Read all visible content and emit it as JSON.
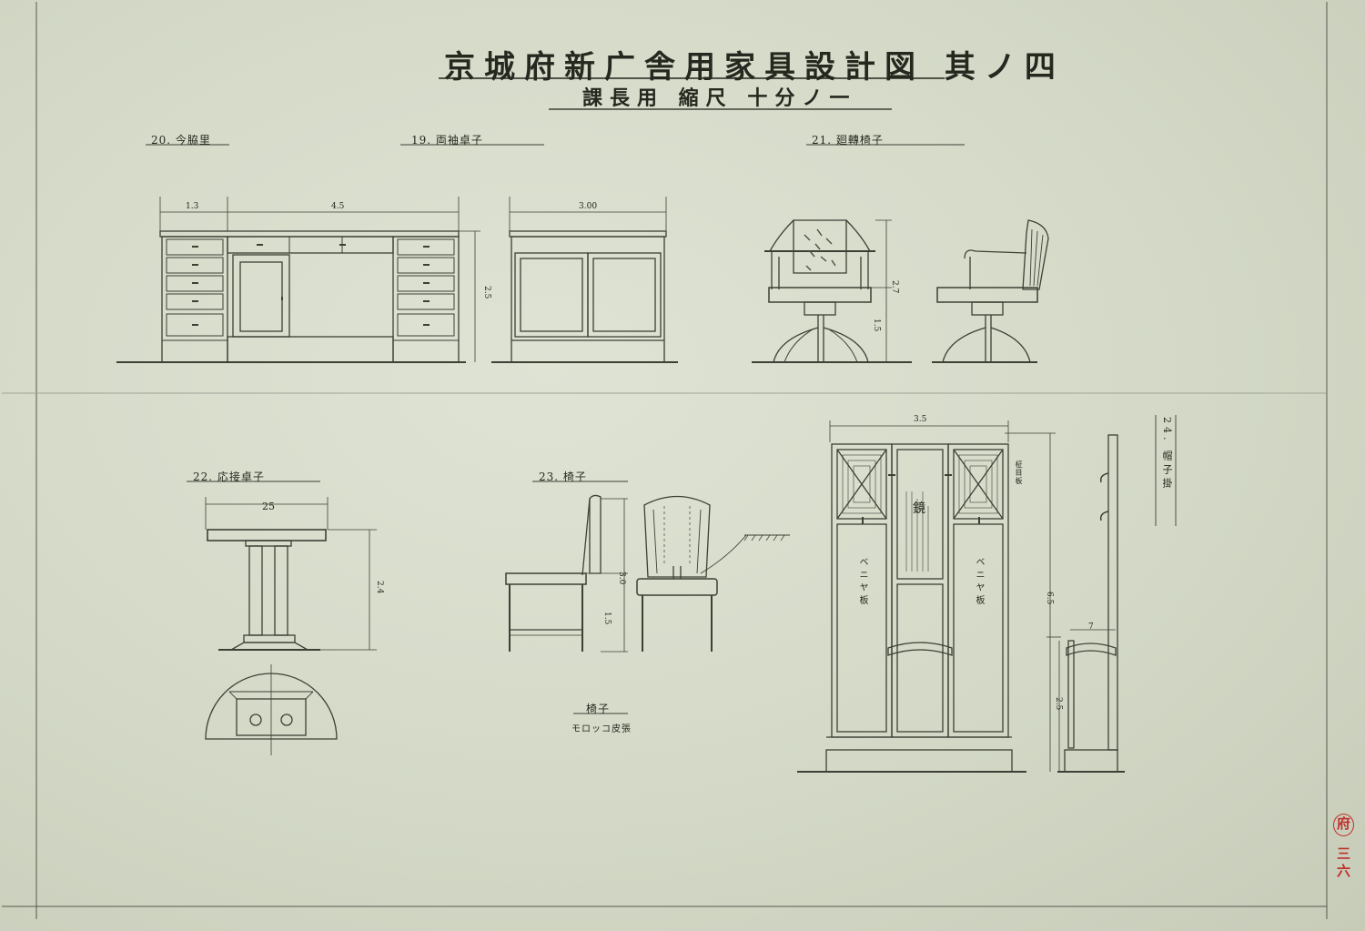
{
  "title": "京城府新广舎用家具設計図 其ノ四",
  "subtitle": "課長用 縮尺 十分ノ一",
  "items": {
    "desk": {
      "label": "20. 今脇里",
      "dims": {
        "left": "1.3",
        "top": "4.5",
        "height": "2.5"
      }
    },
    "side_table": {
      "label": "19. 両袖卓子",
      "dims": {
        "top": "3.00"
      }
    },
    "swivel_chair": {
      "label": "21. 廻轉椅子",
      "dims": {
        "height": "2.7",
        "seat": "1.5"
      }
    },
    "reception_table": {
      "label": "22. 応接卓子",
      "dims": {
        "top": "25",
        "height": "2.4"
      }
    },
    "chair": {
      "label": "23. 椅子",
      "dims": {
        "back": "3.0",
        "seat": "1.5"
      },
      "caption": "椅子",
      "caption_sub": "モロッコ皮張"
    },
    "wardrobe": {
      "dims": {
        "width": "3.5",
        "height": "6.5",
        "lower": "2.5",
        "rail": "7"
      },
      "mirror": "鏡",
      "panel_left": "ベニヤ板",
      "panel_right": "ベニヤ板",
      "veneer": "柾目板"
    },
    "hat_rack": {
      "label": "24. 帽子掛"
    }
  },
  "stamp": {
    "office": "府",
    "number": "三六"
  }
}
